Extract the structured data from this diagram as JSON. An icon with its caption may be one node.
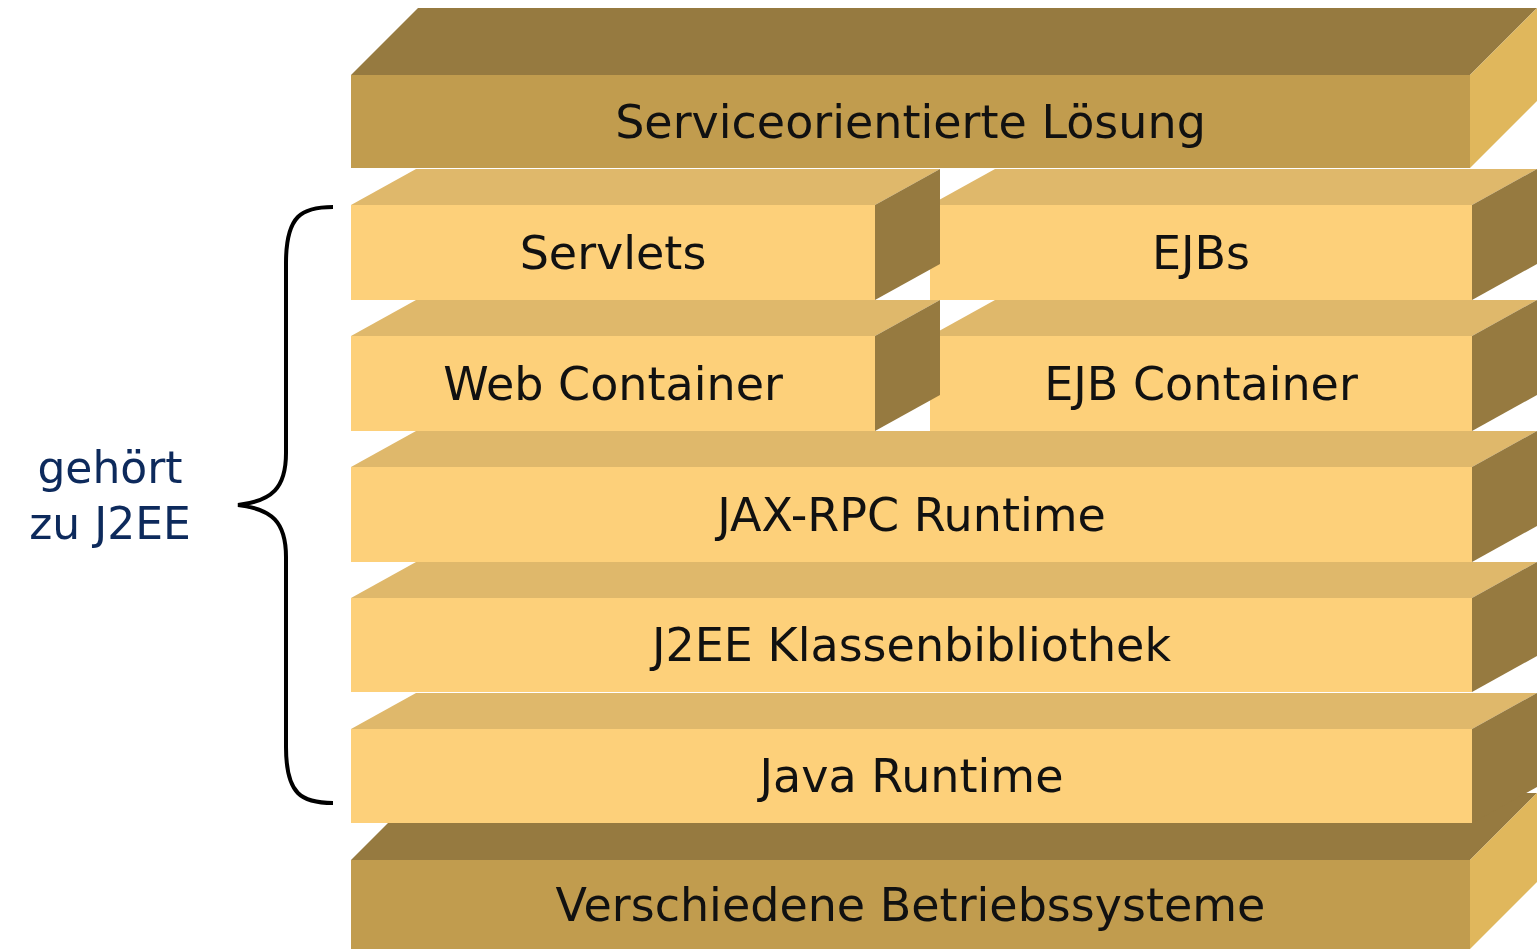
{
  "diagram": {
    "nodes": [
      {
        "text": [
          "Serviceorientierte Lösung"
        ]
      },
      {
        "text": [
          "Servlets"
        ]
      },
      {
        "text": [
          "EJBs"
        ]
      },
      {
        "text": [
          "Web Container"
        ]
      },
      {
        "text": [
          "EJB Container"
        ]
      },
      {
        "text": [
          "JAX-RPC Runtime"
        ]
      },
      {
        "text": [
          "J2EE Klassenbibliothek"
        ]
      },
      {
        "text": [
          "Java Runtime"
        ]
      },
      {
        "text": [
          "Verschiedene Betriebssysteme"
        ]
      }
    ],
    "labels": [
      "gehört zu J2EE"
    ]
  }
}
